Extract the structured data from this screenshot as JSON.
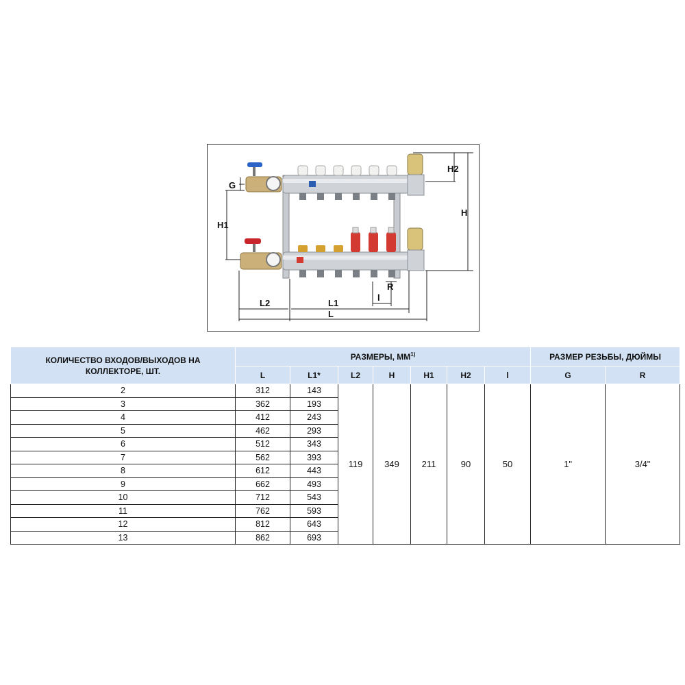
{
  "diagram": {
    "labels": {
      "G": "G",
      "H1": "H1",
      "H": "H",
      "H2": "H2",
      "L2": "L2",
      "L1": "L1",
      "L": "L",
      "l": "l",
      "R": "R"
    }
  },
  "table": {
    "header_qty": "КОЛИЧЕСТВО ВХОДОВ/ВЫХОДОВ НА КОЛЛЕКТОРЕ, ШТ.",
    "header_dims": "РАЗМЕРЫ, ММ",
    "header_dims_note": "1)",
    "header_thread": "РАЗМЕР РЕЗЬБЫ, ДЮЙМЫ",
    "col_L": "L",
    "col_L1": "L1*",
    "col_L2": "L2",
    "col_H": "H",
    "col_H1": "H1",
    "col_H2": "H2",
    "col_l": "l",
    "col_G": "G",
    "col_R": "R",
    "rows": [
      {
        "qty": "2",
        "L": "312",
        "L1": "143"
      },
      {
        "qty": "3",
        "L": "362",
        "L1": "193"
      },
      {
        "qty": "4",
        "L": "412",
        "L1": "243"
      },
      {
        "qty": "5",
        "L": "462",
        "L1": "293"
      },
      {
        "qty": "6",
        "L": "512",
        "L1": "343"
      },
      {
        "qty": "7",
        "L": "562",
        "L1": "393"
      },
      {
        "qty": "8",
        "L": "612",
        "L1": "443"
      },
      {
        "qty": "9",
        "L": "662",
        "L1": "493"
      },
      {
        "qty": "10",
        "L": "712",
        "L1": "543"
      },
      {
        "qty": "11",
        "L": "762",
        "L1": "593"
      },
      {
        "qty": "12",
        "L": "812",
        "L1": "643"
      },
      {
        "qty": "13",
        "L": "862",
        "L1": "693"
      }
    ],
    "merged": {
      "L2": "119",
      "H": "349",
      "H1": "211",
      "H2": "90",
      "l": "50",
      "G": "1\"",
      "R": "3/4\""
    }
  }
}
